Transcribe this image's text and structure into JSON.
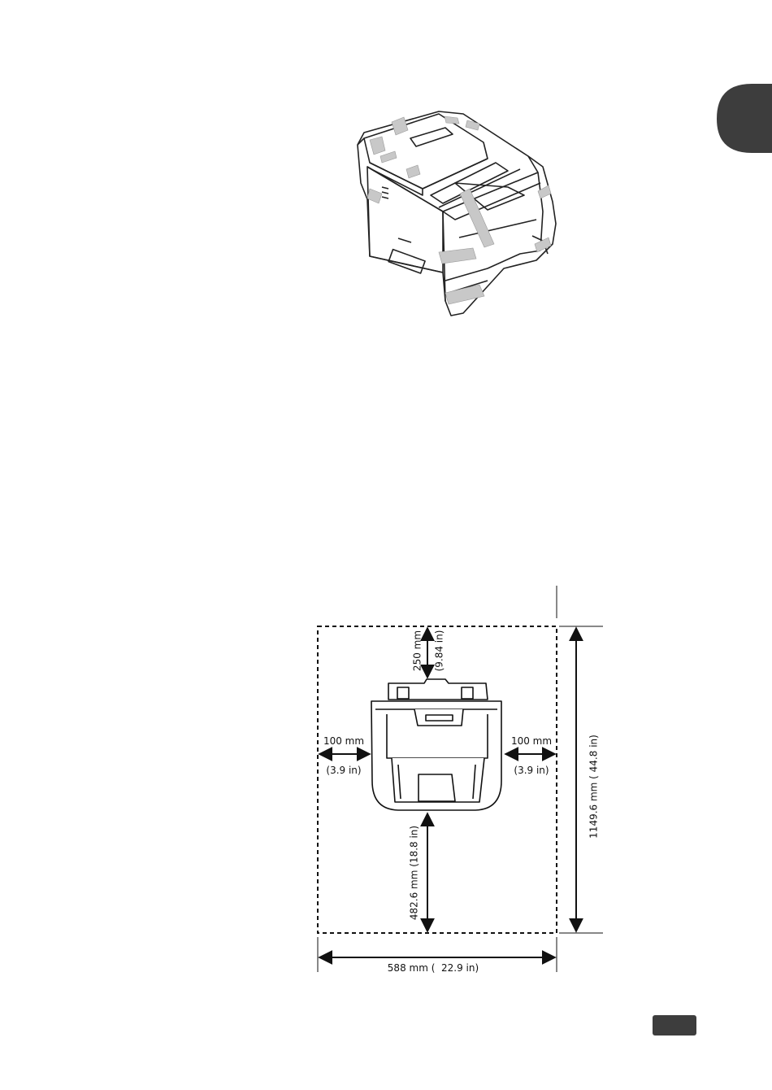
{
  "chapter_tab": {
    "color": "#3d3d3d"
  },
  "page_number_tab": {
    "color": "#3d3d3d"
  },
  "printer_illustration": {
    "icon": "packaged-printer-with-tape-icon",
    "tape_color": "#c8c8c8"
  },
  "clearance_diagram": {
    "top": {
      "mm": "250 mm",
      "in": "(9.84 in)"
    },
    "left": {
      "mm": "100 mm",
      "in": "(3.9 in)"
    },
    "right": {
      "mm": "100 mm",
      "in": "(3.9 in)"
    },
    "front": {
      "label": "482.6 mm (18.8 in)"
    },
    "total_width": {
      "label": "588 mm (  22.9 in)"
    },
    "total_depth": {
      "label": "1149.6 mm ( 44.8 in)"
    }
  }
}
